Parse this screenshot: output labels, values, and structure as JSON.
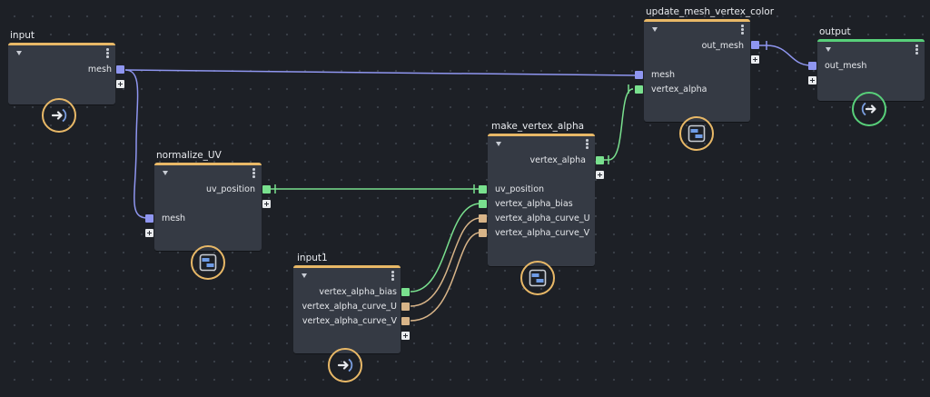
{
  "colors": {
    "background": "#1d2026",
    "node": "#353a44",
    "accent_orange": "#e8b867",
    "accent_green": "#58d07a",
    "mesh_port": "#8f96f0",
    "data_port": "#79e08e",
    "curve_port": "#d8b488"
  },
  "nodes": {
    "input": {
      "title": "input",
      "out": {
        "mesh": "mesh"
      },
      "icon": "arrow-in-icon"
    },
    "normalize_uv": {
      "title": "normalize_UV",
      "out": {
        "uv_position": "uv_position"
      },
      "in": {
        "mesh": "mesh"
      },
      "icon": "subgraph-icon"
    },
    "input1": {
      "title": "input1",
      "out": {
        "bias": "vertex_alpha_bias",
        "curve_u": "vertex_alpha_curve_U",
        "curve_v": "vertex_alpha_curve_V"
      },
      "icon": "arrow-in-icon"
    },
    "make_vertex_alpha": {
      "title": "make_vertex_alpha",
      "out": {
        "vertex_alpha": "vertex_alpha"
      },
      "in": {
        "uv_position": "uv_position",
        "bias": "vertex_alpha_bias",
        "curve_u": "vertex_alpha_curve_U",
        "curve_v": "vertex_alpha_curve_V"
      },
      "icon": "subgraph-icon"
    },
    "update": {
      "title": "update_mesh_vertex_color",
      "out": {
        "out_mesh": "out_mesh"
      },
      "in": {
        "mesh": "mesh",
        "vertex_alpha": "vertex_alpha"
      },
      "icon": "subgraph-icon"
    },
    "output": {
      "title": "output",
      "in": {
        "out_mesh": "out_mesh"
      },
      "icon": "arrow-out-icon"
    }
  }
}
